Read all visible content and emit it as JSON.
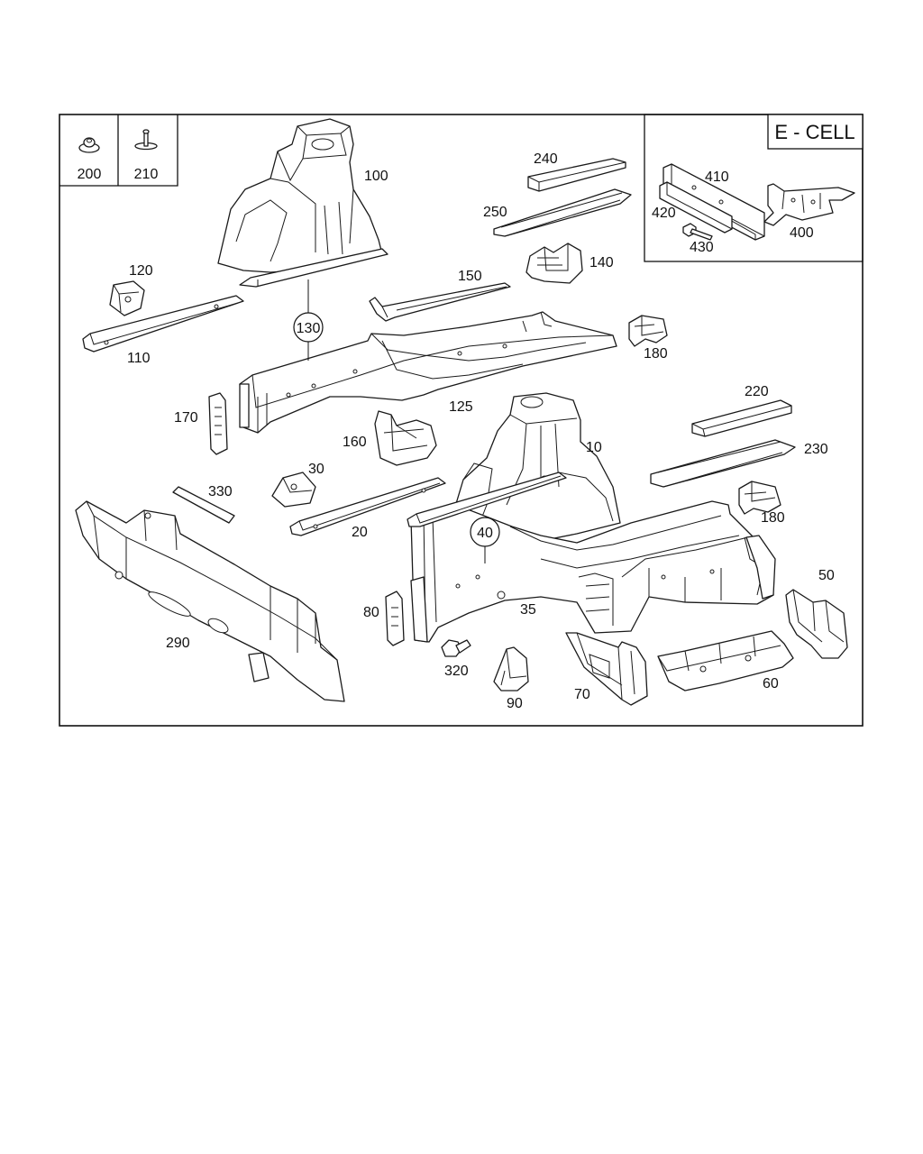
{
  "inset_label": "E - CELL",
  "labels": {
    "p200": "200",
    "p210": "210",
    "p100": "100",
    "p120": "120",
    "p110": "110",
    "p130": "130",
    "p240": "240",
    "p250": "250",
    "p140": "140",
    "p150": "150",
    "p180a": "180",
    "p125": "125",
    "p170": "170",
    "p160": "160",
    "p220": "220",
    "p10": "10",
    "p230": "230",
    "p30": "30",
    "p330": "330",
    "p20": "20",
    "p40": "40",
    "p180b": "180",
    "p50": "50",
    "p35": "35",
    "p80": "80",
    "p290": "290",
    "p320": "320",
    "p90": "90",
    "p70": "70",
    "p60": "60",
    "p410": "410",
    "p420": "420",
    "p430": "430",
    "p400": "400"
  }
}
